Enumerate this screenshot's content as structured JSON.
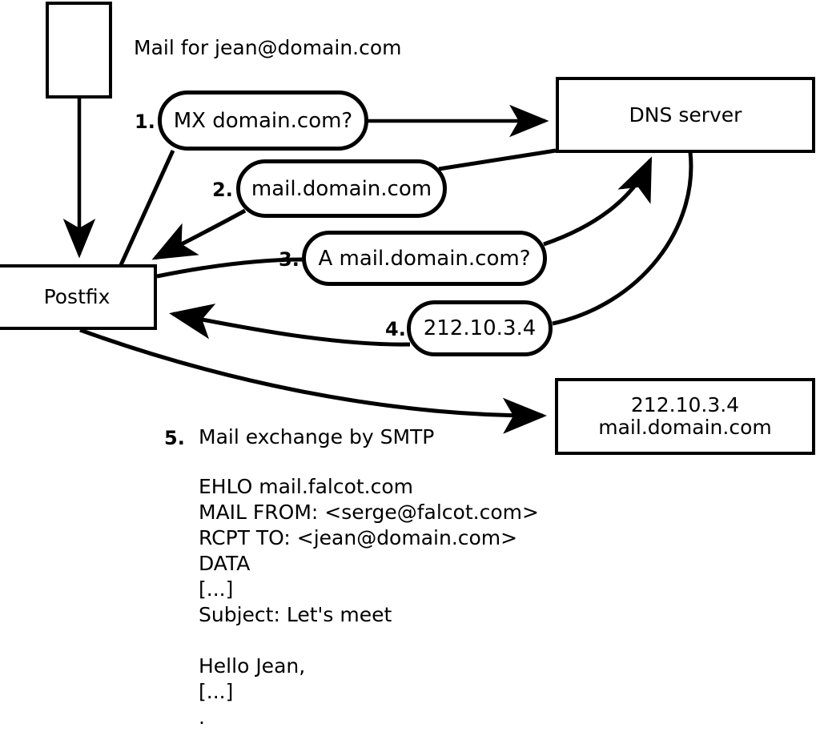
{
  "diagram": {
    "title_note": "Mail for jean@domain.com",
    "nodes": {
      "mail_client": {
        "label": ""
      },
      "postfix": {
        "label": "Postfix"
      },
      "dns_server": {
        "label": "DNS server"
      },
      "mail_host": {
        "line1": "212.10.3.4",
        "line2": "mail.domain.com"
      }
    },
    "steps": [
      {
        "number": "1.",
        "text": "MX domain.com?"
      },
      {
        "number": "2.",
        "text": "mail.domain.com"
      },
      {
        "number": "3.",
        "text": "A mail.domain.com?"
      },
      {
        "number": "4.",
        "text": "212.10.3.4"
      }
    ],
    "step5": {
      "number": "5.",
      "text": "Mail exchange by SMTP"
    },
    "smtp_transcript": [
      "EHLO mail.falcot.com",
      "MAIL FROM: <serge@falcot.com>",
      "RCPT TO: <jean@domain.com>",
      "DATA",
      "[...]",
      "Subject: Let's meet",
      "",
      "Hello Jean,",
      "[...]",
      "."
    ],
    "colors": {
      "stroke": "#000000",
      "background": "#ffffff"
    }
  }
}
